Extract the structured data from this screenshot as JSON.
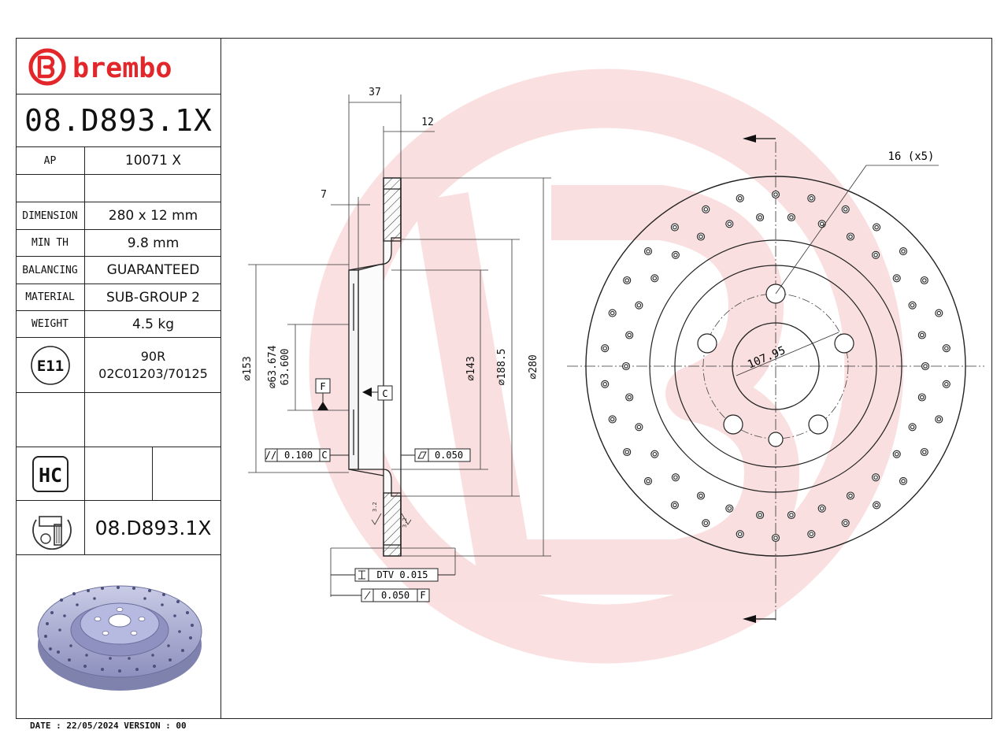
{
  "brand": {
    "name": "brembo",
    "color": "#e2262a"
  },
  "header": {
    "part_number": "08.D893.1X"
  },
  "specs": [
    {
      "label": "AP",
      "value": "10071 X"
    },
    {
      "label": "DIMENSION",
      "value": "280 x 12 mm"
    },
    {
      "label": "MIN TH",
      "value": "9.8 mm"
    },
    {
      "label": "BALANCING",
      "value": "GUARANTEED"
    },
    {
      "label": "MATERIAL",
      "value": "SUB-GROUP 2"
    },
    {
      "label": "WEIGHT",
      "value": "4.5 kg"
    }
  ],
  "homologation": {
    "mark": "E11",
    "code1": "90R",
    "code2": "02C01203/70125"
  },
  "hc_badge": {
    "text": "HC"
  },
  "bottom_part_number": "08.D893.1X",
  "footer": {
    "date_line": "DATE : 22/05/2024 VERSION : 00"
  },
  "drawing": {
    "dim_37": "37",
    "dim_12": "12",
    "dim_7": "7",
    "dia_153": "⌀153",
    "dia_63674": "⌀63.674",
    "dia_63600": "63.600",
    "dia_143": "⌀143",
    "dia_1885": "⌀188.5",
    "dia_280": "⌀280",
    "datum_f": "F",
    "datum_c": "C",
    "parallel_tol": "0.100",
    "parallel_ref": "C",
    "flat_tol": "0.050",
    "dtv": "DTV 0.015",
    "runout_tol": "0.050",
    "runout_ref": "F",
    "surf_l": "3.2",
    "surf_r": "3.2",
    "holes": "16 (x5)",
    "pcd": "107.95"
  },
  "icons": [
    "brembo-logo-icon",
    "e11-mark-icon",
    "hc-icon",
    "disc-section-icon",
    "disc-3d-render-icon"
  ]
}
